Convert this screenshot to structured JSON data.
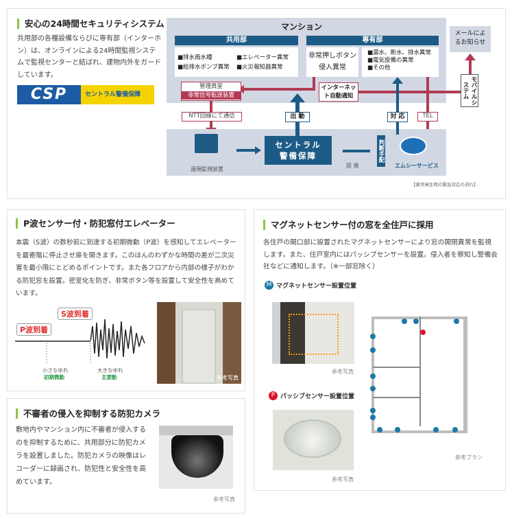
{
  "security": {
    "title": "安心の24時間セキュリティシステム",
    "body": "共用部の各種設備ならびに専有部（インターホン）は、オンラインによる24時間監視システムで監視センターと結ばれ、建物内外をガードしています。",
    "logo_text": "CSP",
    "logo_sub": "セントラル警備保障",
    "diagram": {
      "mansion": "マンション",
      "common": "共用部",
      "private": "専有部",
      "common_items": [
        "■排水雨水槽",
        "■エレベーター異常",
        "■給排水ポンプ異常",
        "■火災報知器異常"
      ],
      "private_buttons": [
        "非常押しボタン",
        "侵入異常"
      ],
      "private_items": [
        "■漏水、断水、排水異常",
        "■電気設備の異常",
        "■その他"
      ],
      "mail": "メールによるお知らせ",
      "mobile": "モバイルシステム",
      "manager_room": "管理員室",
      "transmitter": "非常信号転送装置",
      "internet": "インターネット自動通知",
      "ntt": "NTT回線にて通信",
      "dispatch": "出 動",
      "respond": "対 応",
      "tel": "TEL",
      "remote": "遠隔監視装置",
      "central": "セントラル警備保障",
      "partner": "提 携",
      "judge": "判断手配",
      "mc_service": "エムシーサービス",
      "caption": "【異常発生時の緊急対応の流れ】"
    },
    "colors": {
      "navy": "#1d5b87",
      "crimson": "#b13b55",
      "accent": "#8cc63f"
    }
  },
  "elevator": {
    "title": "P波センサー付・防犯窓付エレベーター",
    "body": "本震（S波）の数秒前に到達する初期微動（P波）を感知してエレベーターを最寄階に停止させ扉を開きます。このほんのわずかな時間の差が二次災害を最小限にとどめるポイントです。また各フロアから内部の様子がわかる防犯窓を設置。密室化を防ぎ、非常ボタン等を設置して安全性を高めています。",
    "p_wave": "P波到着",
    "s_wave": "S波到着",
    "small": "小さなゆれ",
    "initial": "初期微動",
    "large": "大きなゆれ",
    "main": "主要動",
    "photo_caption": "参考写真"
  },
  "camera": {
    "title": "不審者の侵入を抑制する防犯カメラ",
    "body": "敷地内やマンション内に不審者が侵入するのを抑制するために、共用部分に防犯カメラを設置しました。防犯カメラの映像はレコーダーに録画され、防犯性と安全性を高めています。",
    "photo_caption": "参考写真"
  },
  "magnet": {
    "title": "マグネットセンサー付の窓を全住戸に採用",
    "body": "各住戸の開口部に設置されたマグネットセンサーにより窓の開閉異常を監視します。また、住戸室内にはパッシブセンサーを設置。侵入者を察知し警備会社などに通知します。（※一部窓除く）",
    "m_label": "マグネットセンサー設置位置",
    "m_icon": "M",
    "p_label": "パッシブセンサー設置位置",
    "p_icon": "P",
    "photo_caption": "参考写真",
    "photo_caption2": "参考写真",
    "plan_caption": "参考プラン"
  }
}
